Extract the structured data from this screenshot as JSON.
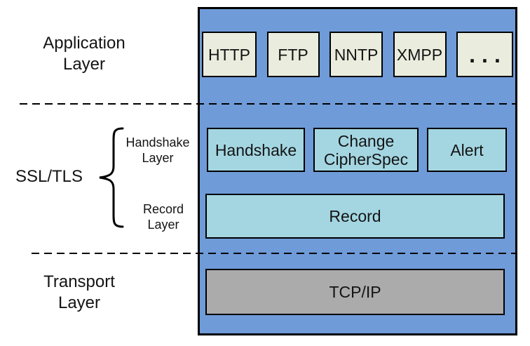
{
  "labels": {
    "application": {
      "line1": "Application",
      "line2": "Layer"
    },
    "ssl": "SSL/TLS",
    "handshake_layer": {
      "line1": "Handshake",
      "line2": "Layer"
    },
    "record_layer": {
      "line1": "Record",
      "line2": "Layer"
    },
    "transport": {
      "line1": "Transport",
      "line2": "Layer"
    }
  },
  "protocols": [
    "HTTP",
    "FTP",
    "NNTP",
    "XMPP",
    "..."
  ],
  "ssl": {
    "handshake_boxes": [
      "Handshake",
      "Change CipherSpec",
      "Alert"
    ],
    "record_box": "Record"
  },
  "transport": {
    "box": "TCP/IP"
  },
  "colors": {
    "panel-blue": "#6f9bd8",
    "box-cream": "#eaeddd",
    "box-cyan": "#a4d6e2",
    "box-gray": "#ababab",
    "border": "#000000",
    "text": "#141414"
  }
}
